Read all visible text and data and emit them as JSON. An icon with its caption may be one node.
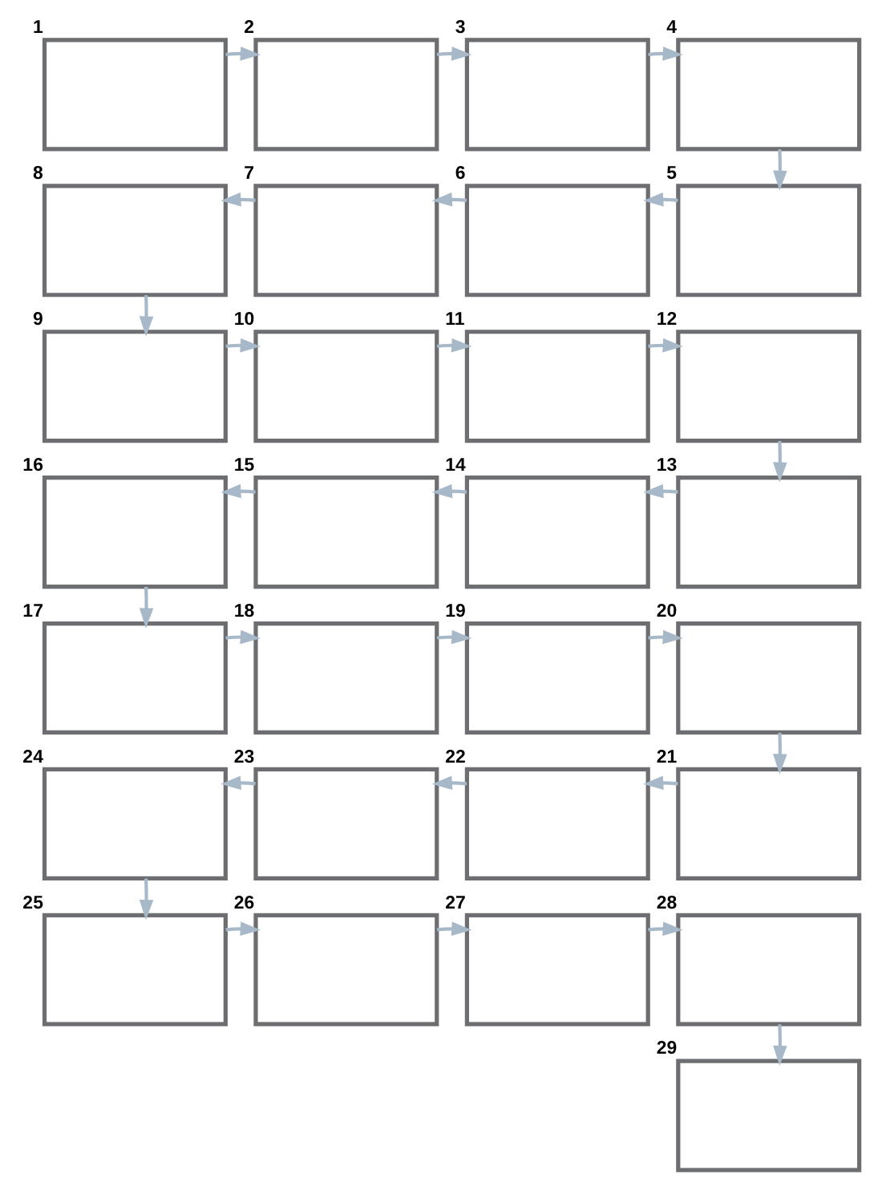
{
  "diagram": {
    "nodes": [
      {
        "text": [],
        "shape": "box",
        "beside": [
          "1"
        ]
      },
      {
        "text": [],
        "shape": "box",
        "beside": [
          "2"
        ]
      },
      {
        "text": [],
        "shape": "box",
        "beside": [
          "3"
        ]
      },
      {
        "text": [],
        "shape": "box",
        "beside": [
          "4"
        ]
      },
      {
        "text": [],
        "shape": "box",
        "beside": [
          "5"
        ]
      },
      {
        "text": [],
        "shape": "box",
        "beside": [
          "6"
        ]
      },
      {
        "text": [],
        "shape": "box",
        "beside": [
          "7"
        ]
      },
      {
        "text": [],
        "shape": "box",
        "beside": [
          "8"
        ]
      },
      {
        "text": [],
        "shape": "box",
        "beside": [
          "9"
        ]
      },
      {
        "text": [],
        "shape": "box",
        "beside": [
          "10"
        ]
      },
      {
        "text": [],
        "shape": "box",
        "beside": [
          "11"
        ]
      },
      {
        "text": [],
        "shape": "box",
        "beside": [
          "12"
        ]
      },
      {
        "text": [],
        "shape": "box",
        "beside": [
          "13"
        ]
      },
      {
        "text": [],
        "shape": "box",
        "beside": [
          "14"
        ]
      },
      {
        "text": [],
        "shape": "box",
        "beside": [
          "15"
        ]
      },
      {
        "text": [],
        "shape": "box",
        "beside": [
          "16"
        ]
      },
      {
        "text": [],
        "shape": "box",
        "beside": [
          "17"
        ]
      },
      {
        "text": [],
        "shape": "box",
        "beside": [
          "18"
        ]
      },
      {
        "text": [],
        "shape": "box",
        "beside": [
          "19"
        ]
      },
      {
        "text": [],
        "shape": "box",
        "beside": [
          "20"
        ]
      },
      {
        "text": [],
        "shape": "box",
        "beside": [
          "21"
        ]
      },
      {
        "text": [],
        "shape": "box",
        "beside": [
          "22"
        ]
      },
      {
        "text": [],
        "shape": "box",
        "beside": [
          "23"
        ]
      },
      {
        "text": [],
        "shape": "box",
        "beside": [
          "24"
        ]
      },
      {
        "text": [],
        "shape": "box",
        "beside": [
          "25"
        ]
      },
      {
        "text": [],
        "shape": "box",
        "beside": [
          "26"
        ]
      },
      {
        "text": [],
        "shape": "box",
        "beside": [
          "27"
        ]
      },
      {
        "text": [],
        "shape": "box",
        "beside": [
          "28"
        ]
      },
      {
        "text": [],
        "shape": "box",
        "beside": [
          "29"
        ]
      }
    ],
    "edges": [
      {
        "from": 0,
        "to": 1,
        "arrow": "to"
      },
      {
        "from": 1,
        "to": 2,
        "arrow": "to"
      },
      {
        "from": 2,
        "to": 3,
        "arrow": "to"
      },
      {
        "from": 3,
        "to": 4,
        "arrow": "to"
      },
      {
        "from": 4,
        "to": 5,
        "arrow": "to"
      },
      {
        "from": 5,
        "to": 6,
        "arrow": "to"
      },
      {
        "from": 6,
        "to": 7,
        "arrow": "to"
      },
      {
        "from": 7,
        "to": 8,
        "arrow": "to"
      },
      {
        "from": 8,
        "to": 9,
        "arrow": "to"
      },
      {
        "from": 9,
        "to": 10,
        "arrow": "to"
      },
      {
        "from": 10,
        "to": 11,
        "arrow": "to"
      },
      {
        "from": 11,
        "to": 12,
        "arrow": "to"
      },
      {
        "from": 12,
        "to": 13,
        "arrow": "to"
      },
      {
        "from": 13,
        "to": 14,
        "arrow": "to"
      },
      {
        "from": 14,
        "to": 15,
        "arrow": "to"
      },
      {
        "from": 15,
        "to": 16,
        "arrow": "to"
      },
      {
        "from": 16,
        "to": 17,
        "arrow": "to"
      },
      {
        "from": 17,
        "to": 18,
        "arrow": "to"
      },
      {
        "from": 18,
        "to": 19,
        "arrow": "to"
      },
      {
        "from": 19,
        "to": 20,
        "arrow": "to"
      },
      {
        "from": 20,
        "to": 21,
        "arrow": "to"
      },
      {
        "from": 21,
        "to": 22,
        "arrow": "to"
      },
      {
        "from": 22,
        "to": 23,
        "arrow": "to"
      },
      {
        "from": 23,
        "to": 24,
        "arrow": "to"
      },
      {
        "from": 24,
        "to": 25,
        "arrow": "to"
      },
      {
        "from": 25,
        "to": 26,
        "arrow": "to"
      },
      {
        "from": 26,
        "to": 27,
        "arrow": "to"
      },
      {
        "from": 27,
        "to": 28,
        "arrow": "to"
      }
    ]
  }
}
